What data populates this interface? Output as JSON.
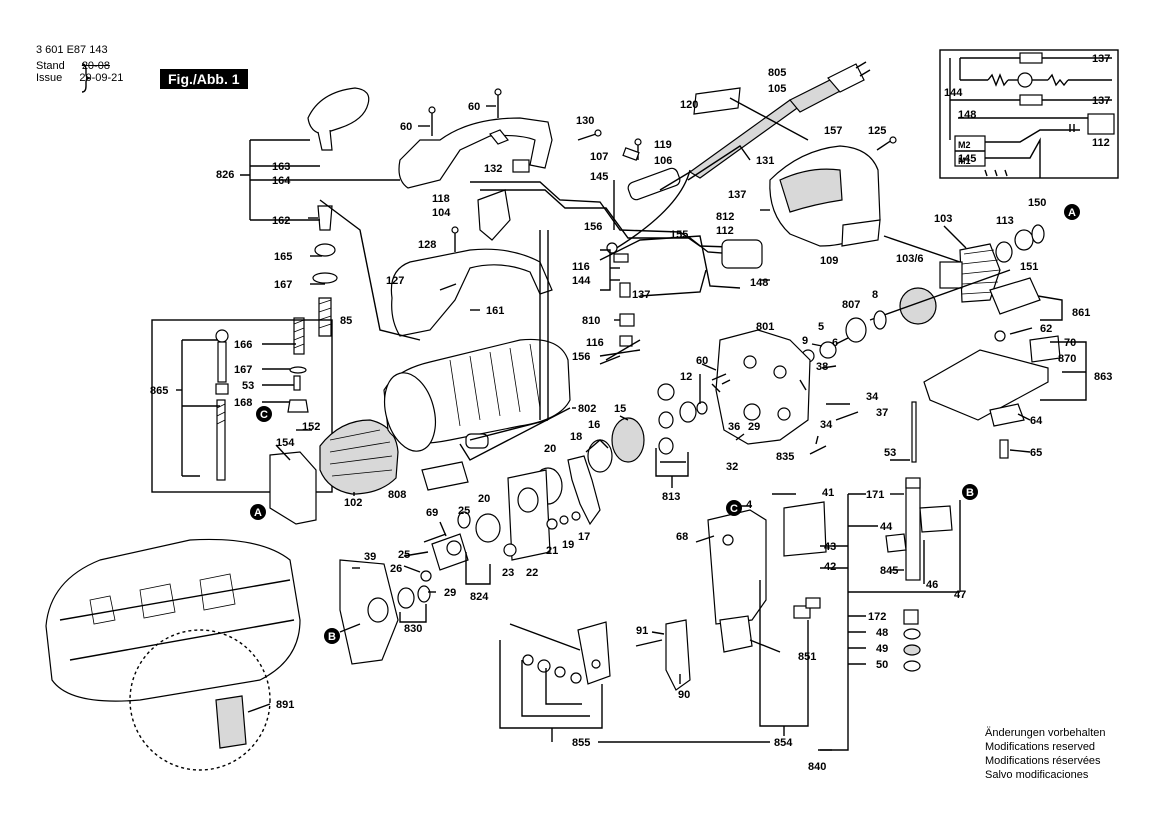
{
  "header": {
    "article": "3 601 E87 143",
    "stand_label": "Stand",
    "issue_label": "Issue",
    "date_old": "20-08",
    "date_new": "20-09-21",
    "figure": "Fig./Abb. 1"
  },
  "footer": {
    "line1": "Änderungen vorbehalten",
    "line2": "Modifications reserved",
    "line3": "Modifications réservées",
    "line4": "Salvo modificaciones"
  },
  "markers": [
    "A",
    "B",
    "C"
  ],
  "labels": {
    "l826": "826",
    "l163": "163",
    "l164": "164",
    "l162": "162",
    "l165": "165",
    "l167": "167",
    "l85": "85",
    "l60a": "60",
    "l60b": "60",
    "l130": "130",
    "l132": "132",
    "l118": "118",
    "l104": "104",
    "l128": "128",
    "l127": "127",
    "l161": "161",
    "l145": "145",
    "l119": "119",
    "l107": "107",
    "l106": "106",
    "l131": "131",
    "l120": "120",
    "l805": "805",
    "l105": "105",
    "l157": "157",
    "l125": "125",
    "l137a": "137",
    "l137b": "137",
    "l137c": "137",
    "l137d": "137",
    "l144a": "144",
    "l148a": "148",
    "l145b": "145",
    "l112": "112",
    "l156a": "156",
    "l155": "155",
    "l116a": "116",
    "l144b": "144",
    "l812": "812",
    "l112b": "112",
    "l148b": "148",
    "l109": "109",
    "l103": "103",
    "l1036": "103/6",
    "l113": "113",
    "l150": "150",
    "l151": "151",
    "l116b": "116",
    "l810": "810",
    "l156b": "156",
    "l801": "801",
    "l807": "807",
    "l8": "8",
    "l5": "5",
    "l6": "6",
    "l861": "861",
    "l62": "62",
    "l70": "70",
    "l870": "870",
    "l863": "863",
    "l166": "166",
    "l167b": "167",
    "l53a": "53",
    "l168": "168",
    "l865": "865",
    "l152": "152",
    "l154": "154",
    "l102": "102",
    "l808": "808",
    "l802": "802",
    "l15": "15",
    "l16": "16",
    "l18": "18",
    "l20a": "20",
    "l12": "12",
    "l60c": "60",
    "l9": "9",
    "l38": "38",
    "l36": "36",
    "l29a": "29",
    "l34a": "34",
    "l37": "37",
    "l34b": "34",
    "l32": "32",
    "l835": "835",
    "l64": "64",
    "l65": "65",
    "l813": "813",
    "l20b": "20",
    "l21": "21",
    "l19": "19",
    "l17": "17",
    "l22": "22",
    "l23": "23",
    "l69": "69",
    "l25a": "25",
    "l25b": "25",
    "l26": "26",
    "l29b": "29",
    "l824": "824",
    "l830": "830",
    "l39": "39",
    "l4": "4",
    "l41": "41",
    "l171": "171",
    "l53b": "53",
    "l68": "68",
    "l44": "44",
    "l43": "43",
    "l42": "42",
    "l845": "845",
    "l46": "46",
    "l47": "47",
    "l172": "172",
    "l48": "48",
    "l49": "49",
    "l50": "50",
    "l91": "91",
    "l90": "90",
    "l851": "851",
    "l855": "855",
    "l854": "854",
    "l840": "840",
    "l891": "891"
  }
}
